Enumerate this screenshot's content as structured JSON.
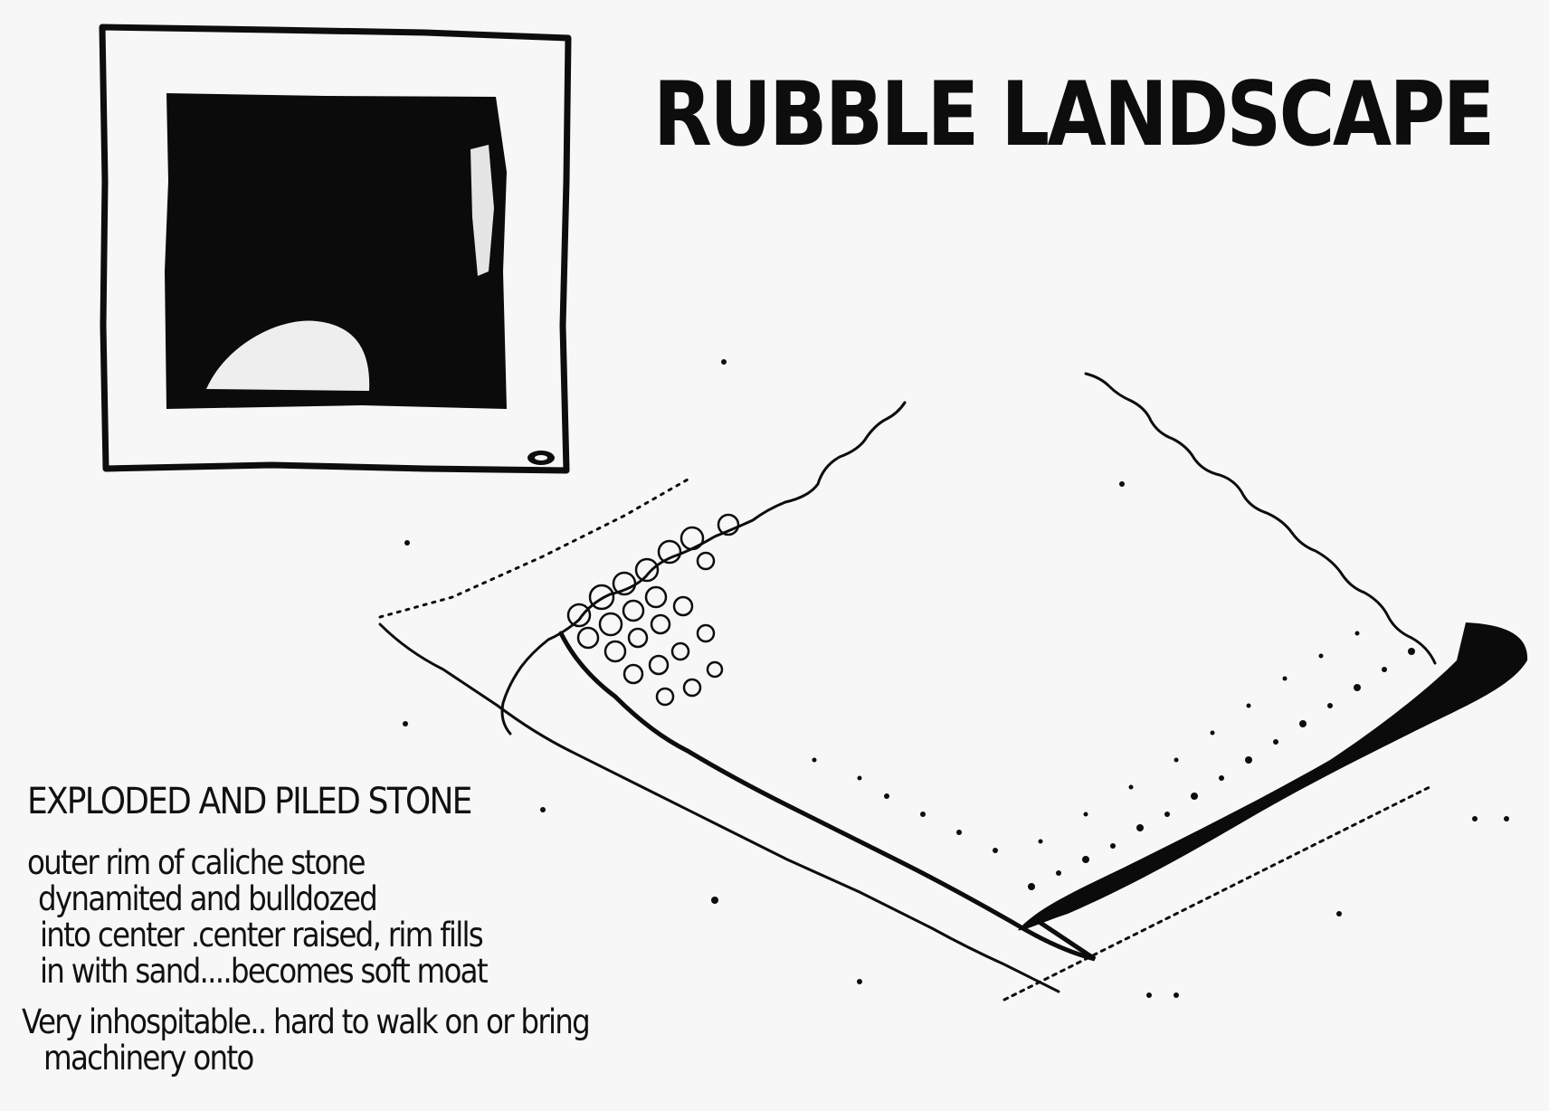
{
  "title": "RUBBLE LANDSCAPE",
  "notes": {
    "heading": "EXPLODED AND PILED STONE",
    "lines": [
      "outer rim of caliche stone",
      "dynamited and bulldozed",
      "into center  .center raised, rim fills",
      "in with sand....becomes soft moat",
      "Very inhospitable.. hard to walk on or bring",
      "machinery onto"
    ]
  },
  "colors": {
    "ink": "#0d0d0d",
    "paper": "#f7f7f7"
  }
}
